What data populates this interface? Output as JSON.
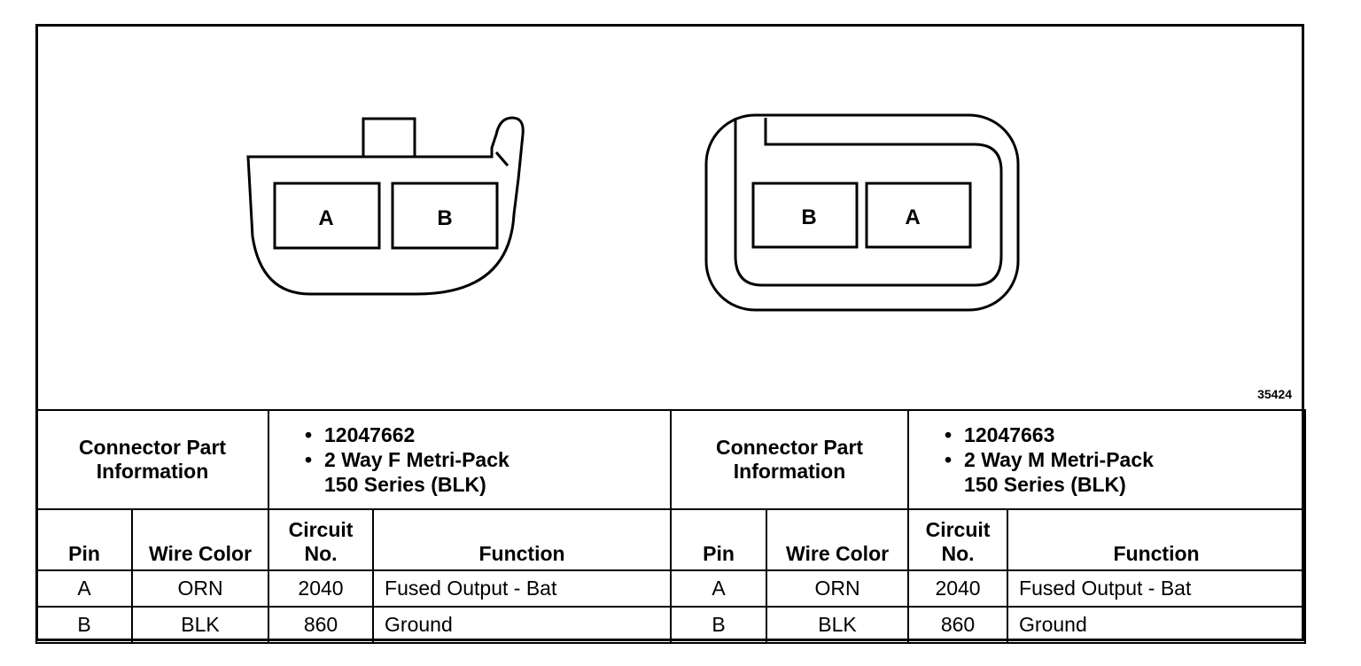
{
  "figure_id": "35424",
  "connectors": [
    {
      "pins_shown": [
        "A",
        "B"
      ],
      "info_label": [
        "Connector Part",
        "Information"
      ],
      "part_number": "12047662",
      "description": [
        "2 Way F Metri-Pack",
        "150 Series (BLK)"
      ]
    },
    {
      "pins_shown": [
        "B",
        "A"
      ],
      "info_label": [
        "Connector Part",
        "Information"
      ],
      "part_number": "12047663",
      "description": [
        "2 Way M Metri-Pack",
        "150 Series (BLK)"
      ]
    }
  ],
  "columns": {
    "pin": "Pin",
    "wire_color": "Wire Color",
    "circuit": [
      "Circuit",
      "No."
    ],
    "function": "Function"
  },
  "bullet": "•",
  "rows": [
    {
      "left": {
        "pin": "A",
        "wire_color": "ORN",
        "circuit": "2040",
        "function": "Fused Output - Bat"
      },
      "right": {
        "pin": "A",
        "wire_color": "ORN",
        "circuit": "2040",
        "function": "Fused Output - Bat"
      }
    },
    {
      "left": {
        "pin": "B",
        "wire_color": "BLK",
        "circuit": "860",
        "function": "Ground"
      },
      "right": {
        "pin": "B",
        "wire_color": "BLK",
        "circuit": "860",
        "function": "Ground"
      }
    }
  ]
}
